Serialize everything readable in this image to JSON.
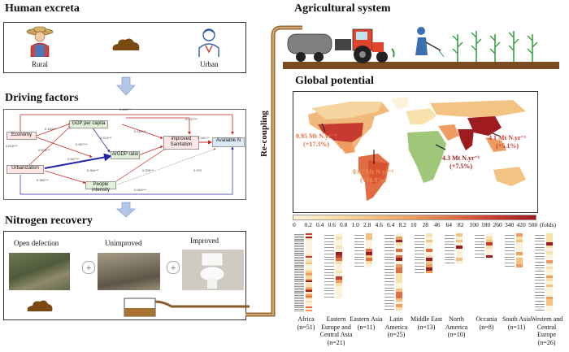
{
  "human_excreta": {
    "title": "Human excreta",
    "rural_label": "Rural",
    "urban_label": "Urban"
  },
  "driving_factors": {
    "title": "Driving factors",
    "nodes": {
      "economy": "Economy",
      "urbanization": "Urbanization",
      "gdp": "GDP per capita",
      "argdp": "ArGDP ratio",
      "people": "People intensity",
      "sanitation": "improved Sanitation",
      "available_n": "Available N"
    },
    "edge_labels": [
      "0.499***",
      "-0.137***",
      "0.516***",
      "0.184***",
      "0.164***",
      "0.526***",
      "0.567***",
      "0.057***",
      "0.374***",
      "0.041***",
      "0.326***",
      "0.382***",
      "0.354***",
      "0.070",
      "0.063***"
    ]
  },
  "nitrogen_recovery": {
    "title": "Nitrogen recovery",
    "open_label": "Open defection",
    "unimproved_label": "Unimproved",
    "improved_label": "Improved"
  },
  "recoupling_label": "Re-coupling",
  "agricultural_system": {
    "title": "Agricultural system"
  },
  "global_potential": {
    "title": "Global potential",
    "callouts": [
      {
        "line1": "0.95 Mt N.yr⁻¹",
        "line2": "(+17.3%)"
      },
      {
        "line1": "0.62 Mt N.yr⁻¹",
        "line2": "(+14.8%)"
      },
      {
        "line1": "4.3 Mt N.yr⁻¹",
        "line2": "(+7.5%)"
      },
      {
        "line1": "4.1 Mt N.yr⁻¹",
        "line2": "(+5.1%)"
      }
    ]
  },
  "colorbar": {
    "ticks": [
      "0",
      "0.2",
      "0.4",
      "0.6",
      "0.8",
      "1.0",
      "2.8",
      "4.6",
      "6.4",
      "8.2",
      "10",
      "28",
      "46",
      "64",
      "82",
      "100",
      "180",
      "260",
      "340",
      "420",
      "500"
    ],
    "unit": "(folds)",
    "colors": [
      "#fbf3dc",
      "#f8e1ad",
      "#f3c384",
      "#ee9c5f",
      "#e26d45",
      "#c73a2f",
      "#9e1b1f"
    ]
  },
  "regions": [
    {
      "name": "Africa",
      "n": "(n=51)",
      "rows": 51
    },
    {
      "name": "Eastern Europe and Central Asia",
      "n": "(n=21)",
      "rows": 21
    },
    {
      "name": "Eastern Asia",
      "n": "(n=11)",
      "rows": 11
    },
    {
      "name": "Latin America",
      "n": "(n=25)",
      "rows": 25
    },
    {
      "name": "Middle East",
      "n": "(n=13)",
      "rows": 13
    },
    {
      "name": "North America",
      "n": "(n=10)",
      "rows": 10
    },
    {
      "name": "Occania",
      "n": "(n=8)",
      "rows": 8
    },
    {
      "name": "South Asia",
      "n": "(n=11)",
      "rows": 11
    },
    {
      "name": "Western and Central Europe",
      "n": "(n=26)",
      "rows": 26
    }
  ]
}
